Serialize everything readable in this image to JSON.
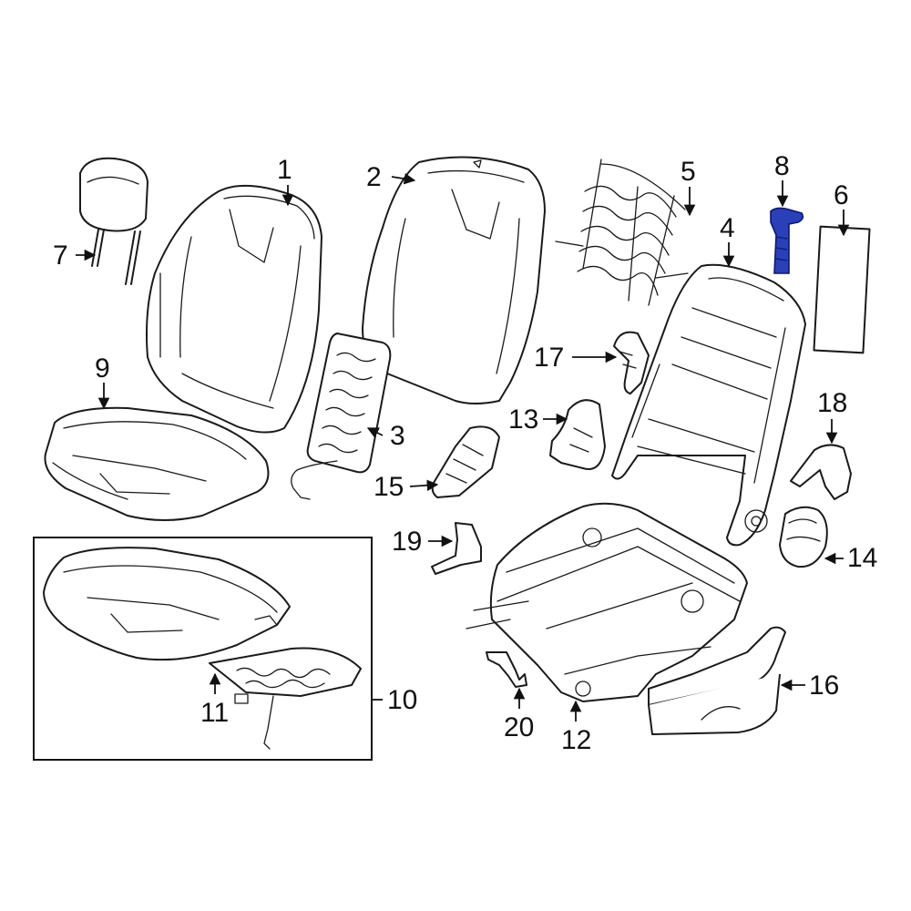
{
  "diagram": {
    "highlight_color": "#2a3fb8",
    "callouts": [
      {
        "id": "c1",
        "text": "1"
      },
      {
        "id": "c2",
        "text": "2"
      },
      {
        "id": "c3",
        "text": "3"
      },
      {
        "id": "c4",
        "text": "4"
      },
      {
        "id": "c5",
        "text": "5"
      },
      {
        "id": "c6",
        "text": "6"
      },
      {
        "id": "c7",
        "text": "7"
      },
      {
        "id": "c8",
        "text": "8"
      },
      {
        "id": "c9",
        "text": "9"
      },
      {
        "id": "c10",
        "text": "10"
      },
      {
        "id": "c11",
        "text": "11"
      },
      {
        "id": "c12",
        "text": "12"
      },
      {
        "id": "c13",
        "text": "13"
      },
      {
        "id": "c14",
        "text": "14"
      },
      {
        "id": "c15",
        "text": "15"
      },
      {
        "id": "c16",
        "text": "16"
      },
      {
        "id": "c17",
        "text": "17"
      },
      {
        "id": "c18",
        "text": "18"
      },
      {
        "id": "c19",
        "text": "19"
      },
      {
        "id": "c20",
        "text": "20"
      }
    ]
  }
}
